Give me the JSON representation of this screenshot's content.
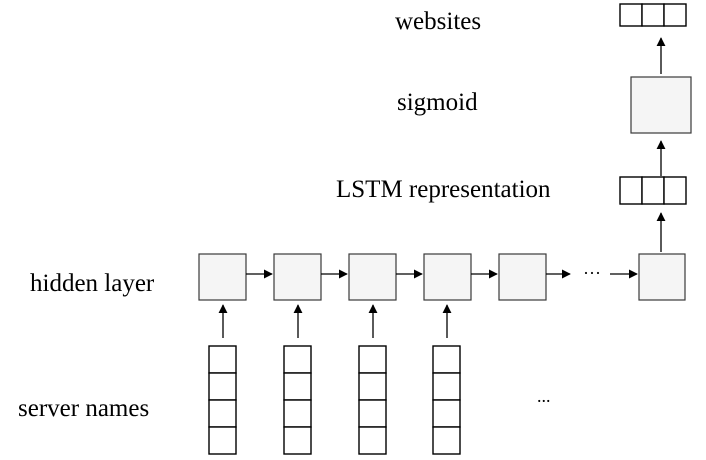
{
  "labels": {
    "websites": "websites",
    "sigmoid": "sigmoid",
    "lstm_representation": "LSTM representation",
    "hidden_layer": "hidden layer",
    "server_names": "server names"
  },
  "ellipsis": {
    "hidden_chain": "···",
    "inputs": "..."
  },
  "colors": {
    "node_fill": "#f5f5f5",
    "node_stroke": "#3a3a3a",
    "line": "#000000"
  }
}
